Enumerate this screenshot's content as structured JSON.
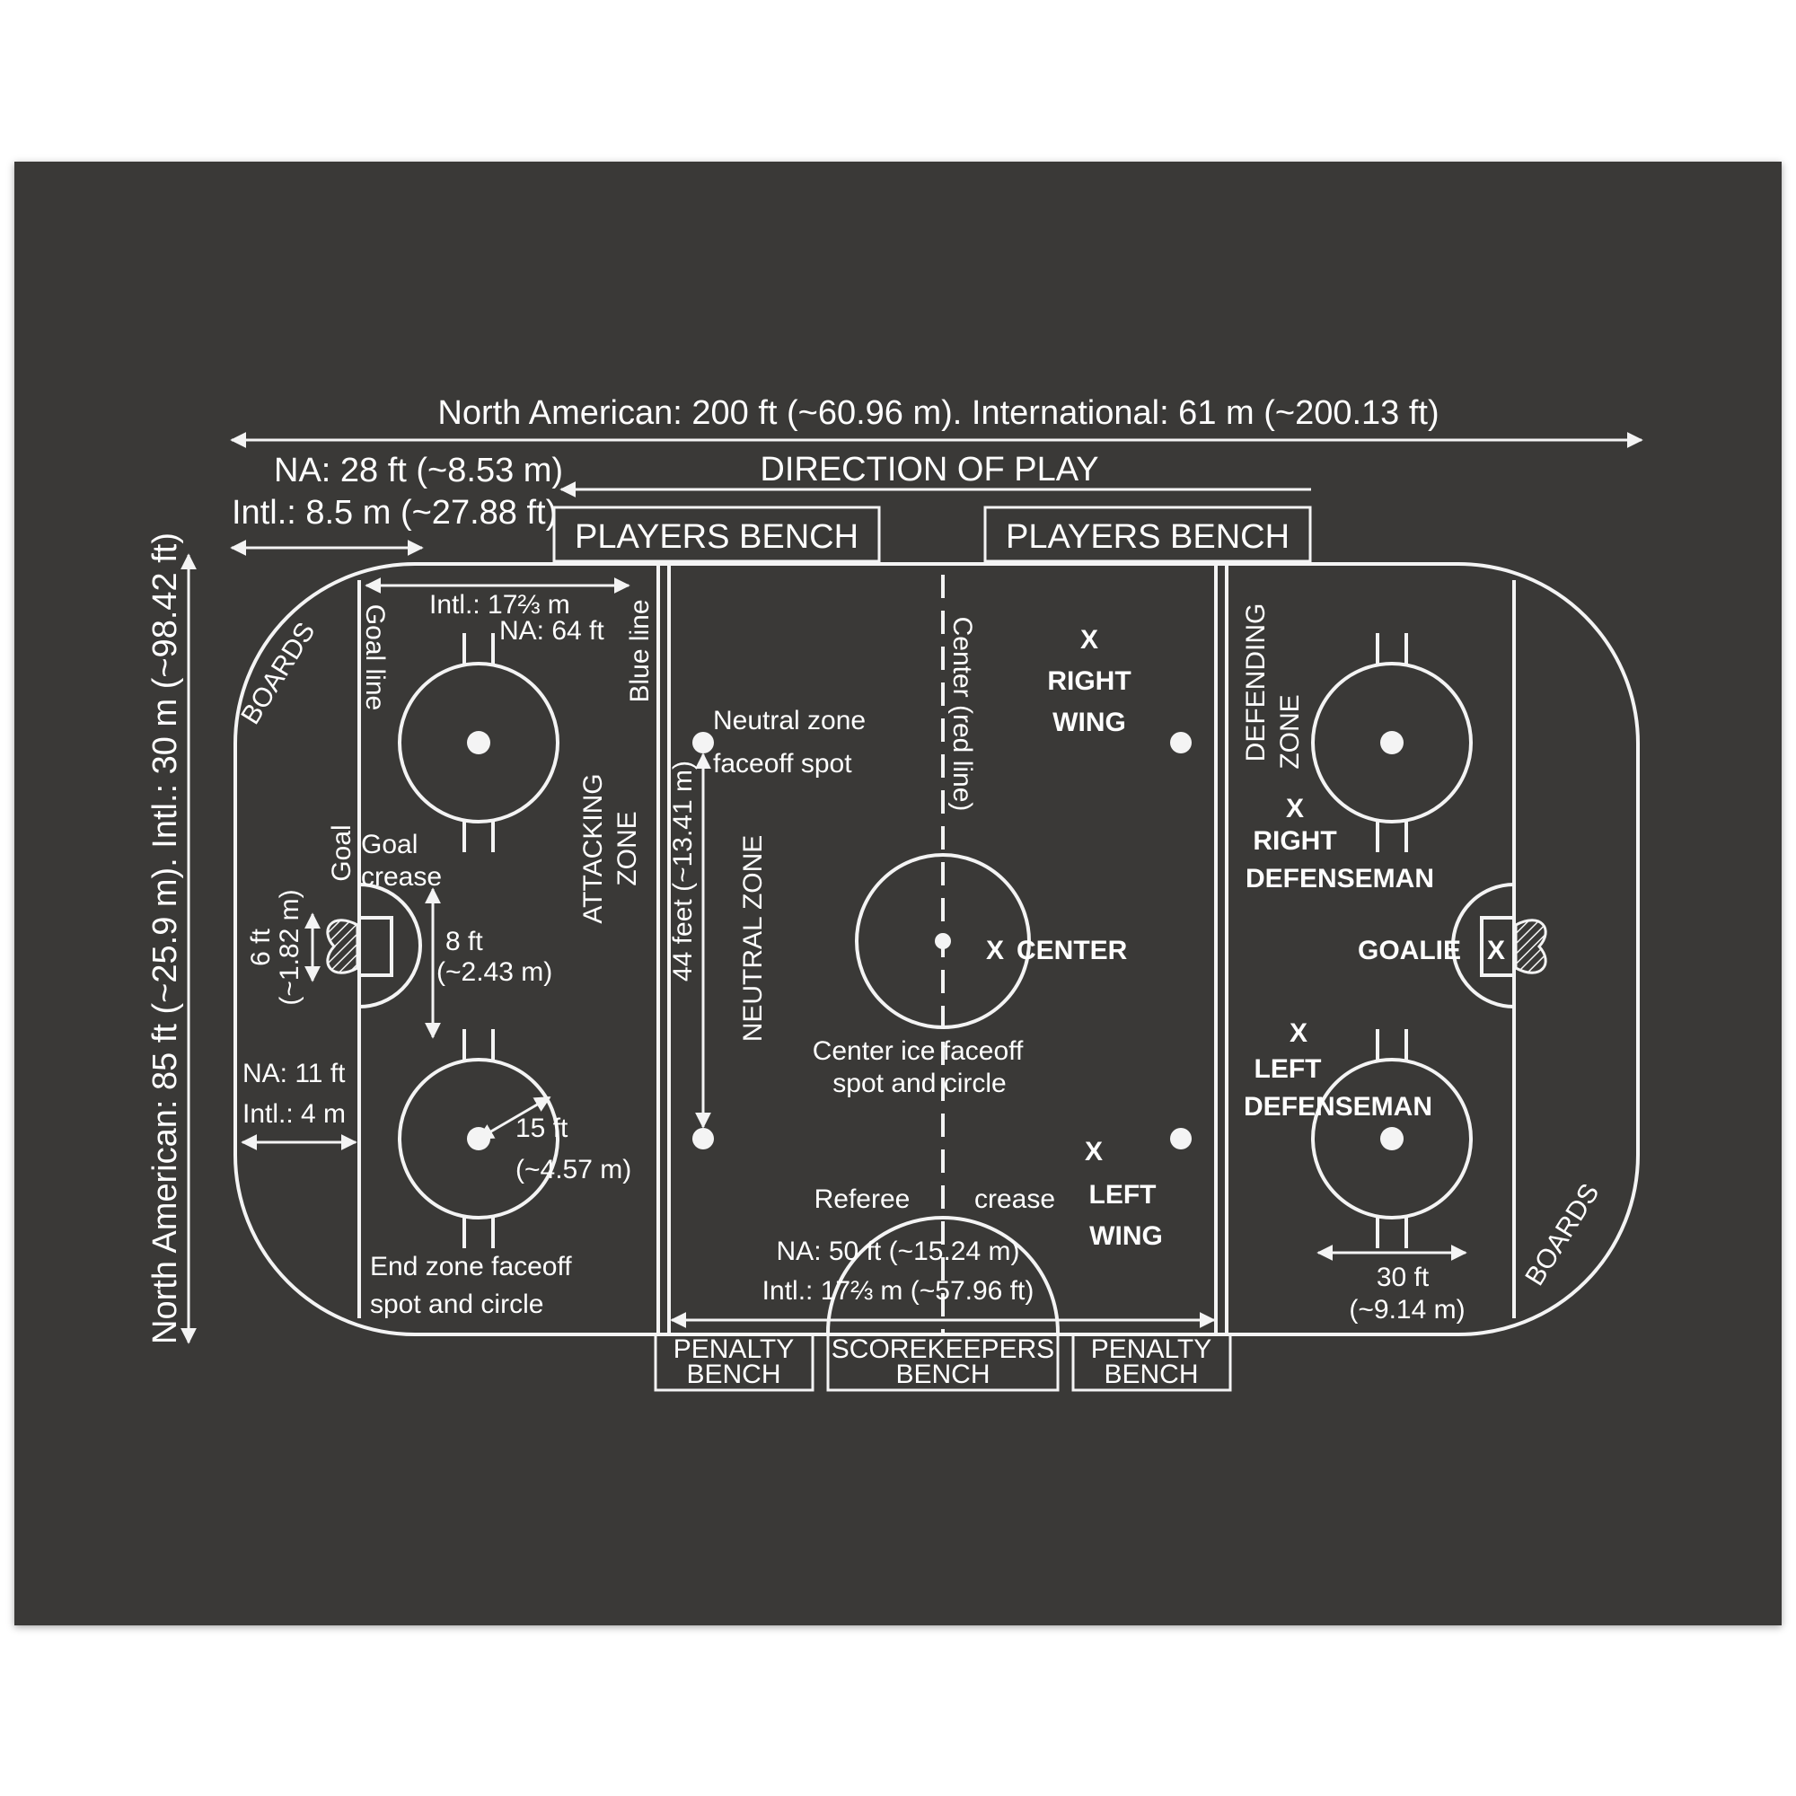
{
  "colors": {
    "chalkboard": "#3a3937",
    "chalk": "#f4f4f4",
    "frame": "#ffffff"
  },
  "dimensions": {
    "length": "North American: 200 ft (~60.96 m). International: 61 m (~200.13 ft)",
    "width": "North American: 85 ft (~25.9 m). Intl.: 30 m (~98.42 ft)",
    "corner_na": "NA: 28 ft (~8.53 m)",
    "corner_intl": "Intl.: 8.5 m (~27.88 ft)",
    "zone_intl": "Intl.: 17⅔ m",
    "zone_na": "NA: 64 ft",
    "goal_width_1": "6 ft",
    "goal_width_2": "(~1.82 m)",
    "crease_1": "8 ft",
    "crease_2": "(~2.43 m)",
    "goalline_na": "NA: 11 ft",
    "goalline_intl": "Intl.: 4 m",
    "radius_1": "15 ft",
    "radius_2": "(~4.57 m)",
    "spot_distance": "44 feet (~13.41 m)",
    "neutral_na": "NA: 50 ft (~15.24 m)",
    "neutral_intl": "Intl.: 17⅔ m (~57.96 ft)",
    "circle_gap_1": "30 ft",
    "circle_gap_2": "(~9.14 m)"
  },
  "labels": {
    "direction": "DIRECTION OF PLAY",
    "players_bench_left": "PLAYERS BENCH",
    "players_bench_right": "PLAYERS BENCH",
    "penalty_bench_left_1": "PENALTY",
    "penalty_bench_left_2": "BENCH",
    "scorekeepers_1": "SCOREKEEPERS",
    "scorekeepers_2": "BENCH",
    "penalty_bench_right_1": "PENALTY",
    "penalty_bench_right_2": "BENCH",
    "boards_left": "BOARDS",
    "boards_right": "BOARDS",
    "goal_line": "Goal line",
    "blue_line": "Blue line",
    "goal": "Goal",
    "goal_crease_1": "Goal",
    "goal_crease_2": "crease",
    "attacking_zone_1": "ATTACKING",
    "attacking_zone_2": "ZONE",
    "neutral_zone": "NEUTRAL ZONE",
    "neutral_spot_1": "Neutral zone",
    "neutral_spot_2": "faceoff spot",
    "center_line": "Center (red line)",
    "center_faceoff_1": "Center ice faceoff",
    "center_faceoff_2": "spot and circle",
    "end_faceoff_1": "End zone faceoff",
    "end_faceoff_2": "spot and circle",
    "referee_crease_1": "Referee",
    "referee_crease_2": "crease",
    "defending_zone_1": "DEFENDING",
    "defending_zone_2": "ZONE"
  },
  "positions": {
    "marker": "X",
    "right_wing_1": "RIGHT",
    "right_wing_2": "WING",
    "left_wing_1": "LEFT",
    "left_wing_2": "WING",
    "center": "CENTER",
    "right_defenseman_1": "RIGHT",
    "right_defenseman_2": "DEFENSEMAN",
    "left_defenseman_1": "LEFT",
    "left_defenseman_2": "DEFENSEMAN",
    "goalie": "GOALIE"
  }
}
